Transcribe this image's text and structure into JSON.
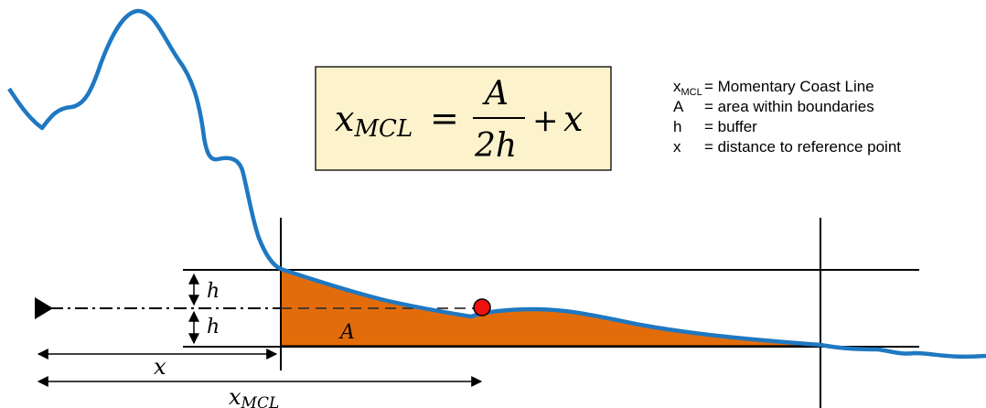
{
  "formula": {
    "lhs_var": "x",
    "lhs_sub": "MCL",
    "equals": "=",
    "numerator": "A",
    "denominator": "2h",
    "plus": "+",
    "rhs_var": "x",
    "box_fill": "#fcf2cc"
  },
  "legend": [
    {
      "symbol": "x",
      "sub": "MCL",
      "desc": "= Momentary Coast Line"
    },
    {
      "symbol": "A",
      "sub": "",
      "desc": "= area within boundaries"
    },
    {
      "symbol": "h",
      "sub": "",
      "desc": "= buffer"
    },
    {
      "symbol": "x",
      "sub": "",
      "desc": "= distance to reference point"
    }
  ],
  "labels": {
    "h_upper": "h",
    "h_lower": "h",
    "area": "A",
    "x_dim": "x",
    "xmcl_dim_var": "x",
    "xmcl_dim_sub": "MCL"
  },
  "colors": {
    "profile": "#1f78c1",
    "area_fill": "#e36c0a",
    "marker": "#ee1111",
    "lines": "#000000"
  },
  "icons": {
    "reference_point": "triangle-marker-icon",
    "mcl_point": "red-dot-icon"
  }
}
